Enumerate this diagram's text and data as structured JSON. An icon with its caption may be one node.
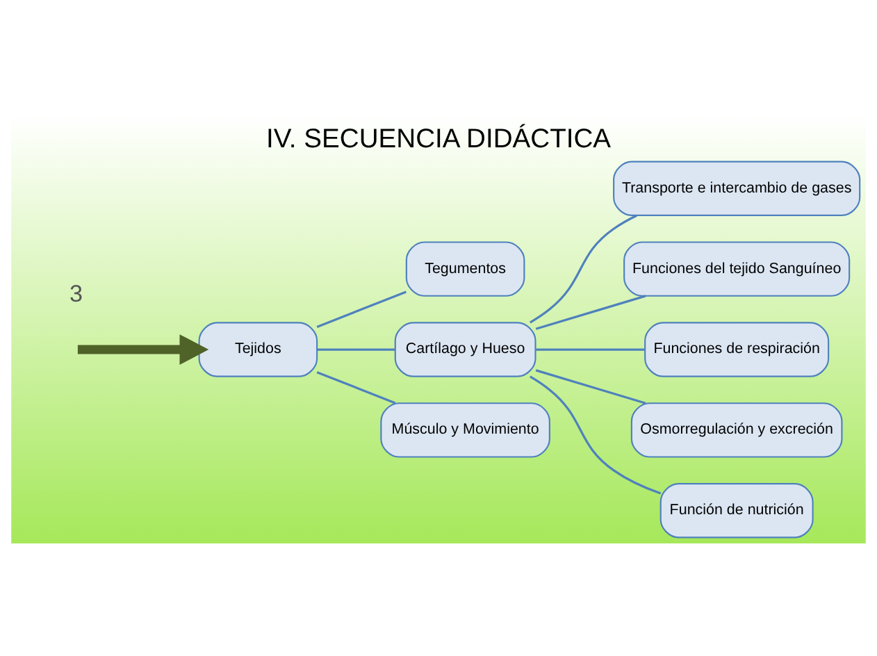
{
  "diagram": {
    "title": "IV. SECUENCIA DIDÁCTICA",
    "nodes": [
      {
        "text": [
          "Tejidos"
        ]
      },
      {
        "text": [
          "Tegumentos"
        ]
      },
      {
        "text": [
          "Cartílago y Hueso"
        ]
      },
      {
        "text": [
          "Músculo y Movimiento"
        ]
      },
      {
        "text": [
          "Transporte e intercambio de gases"
        ]
      },
      {
        "text": [
          "Funciones del tejido Sanguíneo"
        ]
      },
      {
        "text": [
          "Funciones de respiración"
        ]
      },
      {
        "text": [
          "Osmorregulación y excreción"
        ]
      },
      {
        "text": [
          "Función de nutrición"
        ]
      }
    ],
    "edges": [
      {
        "from": null,
        "to": 0,
        "arrow": "to",
        "style": "thick",
        "color": "#4f6228"
      },
      {
        "from": 0,
        "to": 1,
        "arrow": "none"
      },
      {
        "from": 0,
        "to": 2,
        "arrow": "none"
      },
      {
        "from": 0,
        "to": 3,
        "arrow": "none"
      },
      {
        "from": 2,
        "to": 4,
        "arrow": "none"
      },
      {
        "from": 2,
        "to": 5,
        "arrow": "none"
      },
      {
        "from": 2,
        "to": 6,
        "arrow": "none"
      },
      {
        "from": 2,
        "to": 7,
        "arrow": "none"
      },
      {
        "from": 2,
        "to": 8,
        "arrow": "none"
      }
    ],
    "labels": [
      "3"
    ]
  }
}
